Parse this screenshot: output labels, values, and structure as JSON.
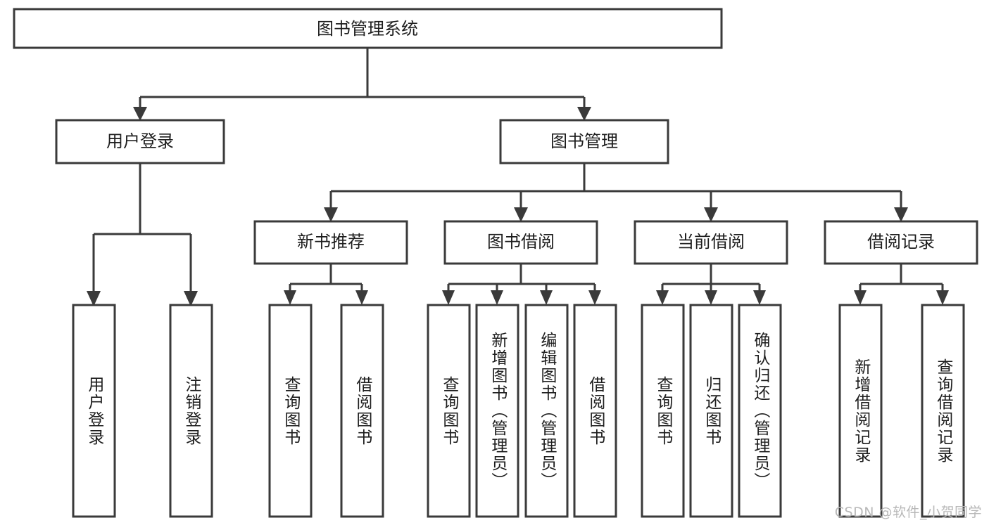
{
  "diagram": {
    "type": "tree",
    "title": "图书管理系统",
    "root": {
      "id": "root",
      "label": "图书管理系统",
      "orientation": "horizontal"
    },
    "level2": [
      {
        "id": "user-login",
        "label": "用户登录",
        "orientation": "horizontal"
      },
      {
        "id": "book-manage",
        "label": "图书管理",
        "orientation": "horizontal"
      }
    ],
    "level3": [
      {
        "id": "new-book-rec",
        "label": "新书推荐",
        "orientation": "horizontal",
        "parent": "book-manage"
      },
      {
        "id": "book-borrow",
        "label": "图书借阅",
        "orientation": "horizontal",
        "parent": "book-manage"
      },
      {
        "id": "current-borrow",
        "label": "当前借阅",
        "orientation": "horizontal",
        "parent": "book-manage"
      },
      {
        "id": "borrow-record",
        "label": "借阅记录",
        "orientation": "horizontal",
        "parent": "book-manage"
      }
    ],
    "leaves": [
      {
        "id": "leaf-user-login",
        "label": "用户登录",
        "parent": "user-login",
        "orientation": "vertical"
      },
      {
        "id": "leaf-user-logout",
        "label": "注销登录",
        "parent": "user-login",
        "orientation": "vertical"
      },
      {
        "id": "leaf-query-book-1",
        "label": "查询图书",
        "parent": "new-book-rec",
        "orientation": "vertical"
      },
      {
        "id": "leaf-borrow-book-1",
        "label": "借阅图书",
        "parent": "new-book-rec",
        "orientation": "vertical"
      },
      {
        "id": "leaf-query-book-2",
        "label": "查询图书",
        "parent": "book-borrow",
        "orientation": "vertical"
      },
      {
        "id": "leaf-add-book",
        "label": "新增图书（管理员）",
        "parent": "book-borrow",
        "orientation": "vertical"
      },
      {
        "id": "leaf-edit-book",
        "label": "编辑图书（管理员）",
        "parent": "book-borrow",
        "orientation": "vertical"
      },
      {
        "id": "leaf-borrow-book-2",
        "label": "借阅图书",
        "parent": "book-borrow",
        "orientation": "vertical"
      },
      {
        "id": "leaf-query-book-3",
        "label": "查询图书",
        "parent": "current-borrow",
        "orientation": "vertical"
      },
      {
        "id": "leaf-return-book",
        "label": "归还图书",
        "parent": "current-borrow",
        "orientation": "vertical"
      },
      {
        "id": "leaf-confirm-return",
        "label": "确认归还（管理员）",
        "parent": "current-borrow",
        "orientation": "vertical"
      },
      {
        "id": "leaf-add-record",
        "label": "新增借阅记录",
        "parent": "borrow-record",
        "orientation": "vertical"
      },
      {
        "id": "leaf-query-record",
        "label": "查询借阅记录",
        "parent": "borrow-record",
        "orientation": "vertical"
      }
    ],
    "colors": {
      "box_fill": "#ffffff",
      "box_stroke": "#3a3a3a",
      "connector": "#3a3a3a",
      "text": "#1d1d1d",
      "background": "#ffffff",
      "watermark": "#b8b8b8"
    }
  },
  "watermark": {
    "text": "CSDN @软件_小贺同学"
  }
}
